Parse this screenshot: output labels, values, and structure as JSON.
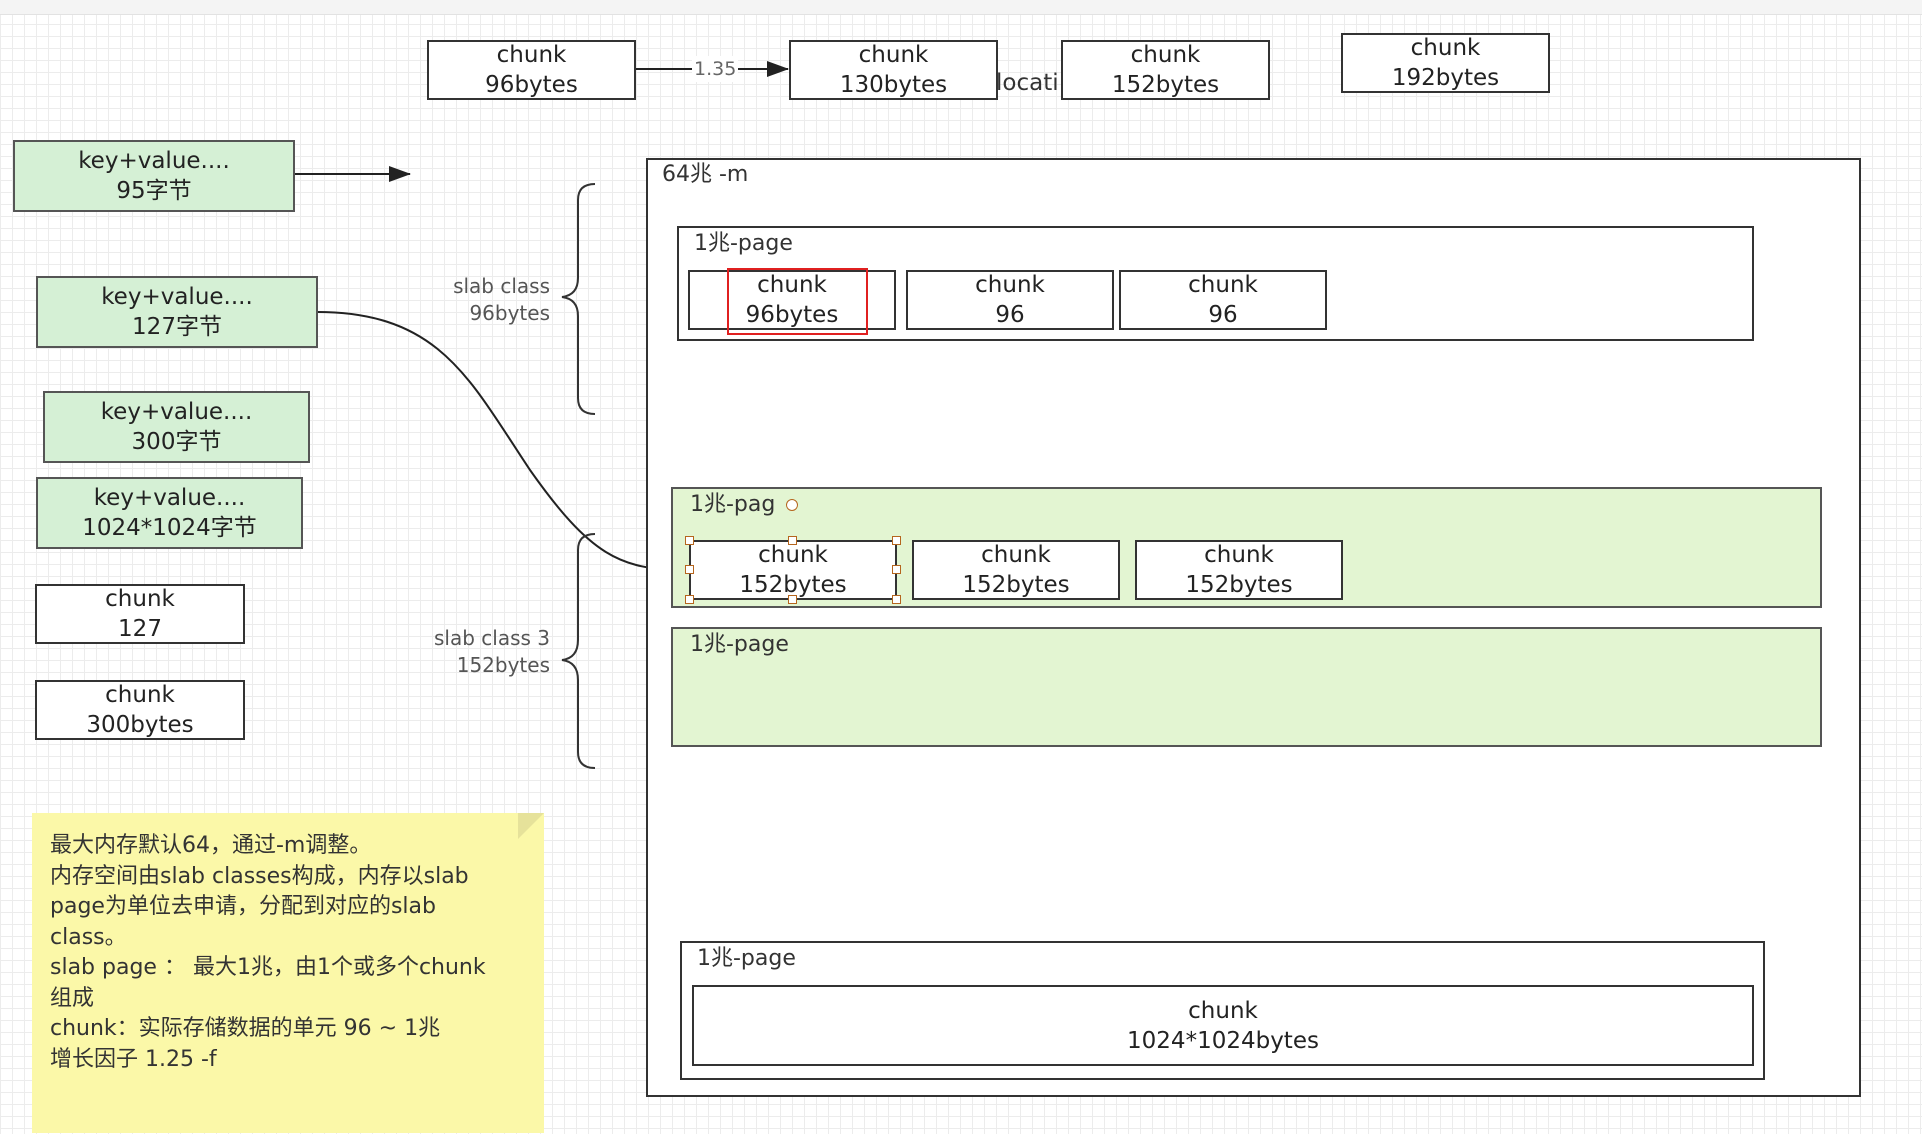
{
  "top_chunks": [
    {
      "line1": "chunk",
      "line2": "96bytes"
    },
    {
      "line1": "chunk",
      "line2": "130bytes"
    },
    {
      "line1": "chunk",
      "line2": "152bytes"
    },
    {
      "line1": "chunk",
      "line2": "192bytes"
    }
  ],
  "growth_label": "1.35",
  "partial_text": "locati",
  "kv_items": [
    {
      "line1": "key+value....",
      "line2": "95字节"
    },
    {
      "line1": "key+value....",
      "line2": "127字节"
    },
    {
      "line1": "key+value....",
      "line2": "300字节"
    },
    {
      "line1": "key+value....",
      "line2": "1024*1024字节"
    }
  ],
  "loose_chunks": [
    {
      "line1": "chunk",
      "line2": "127"
    },
    {
      "line1": "chunk",
      "line2": "300bytes"
    }
  ],
  "memory_label": "64兆 -m",
  "slab_class_1": {
    "line1": "slab class",
    "line2": "96bytes"
  },
  "slab_class_3": {
    "line1": "slab class 3",
    "line2": "152bytes"
  },
  "page1": {
    "label": "1兆-page",
    "chunks": [
      {
        "line1": "chunk",
        "line2": "96bytes"
      },
      {
        "line1": "chunk",
        "line2": "96"
      },
      {
        "line1": "chunk",
        "line2": "96"
      }
    ]
  },
  "page2": {
    "label": "1兆-pag",
    "chunks": [
      {
        "line1": "chunk",
        "line2": "152bytes"
      },
      {
        "line1": "chunk",
        "line2": "152bytes"
      },
      {
        "line1": "chunk",
        "line2": "152bytes"
      }
    ]
  },
  "page3": {
    "label": "1兆-page"
  },
  "page4": {
    "label": "1兆-page",
    "chunk": {
      "line1": "chunk",
      "line2": "1024*1024bytes"
    }
  },
  "note_lines": [
    "最大内存默认64，通过-m调整。",
    "内存空间由slab classes构成，内存以slab",
    "page为单位去申请，分配到对应的slab",
    "class。",
    "slab page ： 最大1兆，由1个或多个chunk",
    "组成",
    "chunk：实际存储数据的单元 96 ~ 1兆",
    "增长因子 1.25    -f"
  ],
  "colors": {
    "kv_fill": "#d5f0d5",
    "page_fill": "#e3f5d2",
    "note_fill": "#fbf8a8",
    "selection_red": "#e02020",
    "handle": "#b5651d"
  }
}
